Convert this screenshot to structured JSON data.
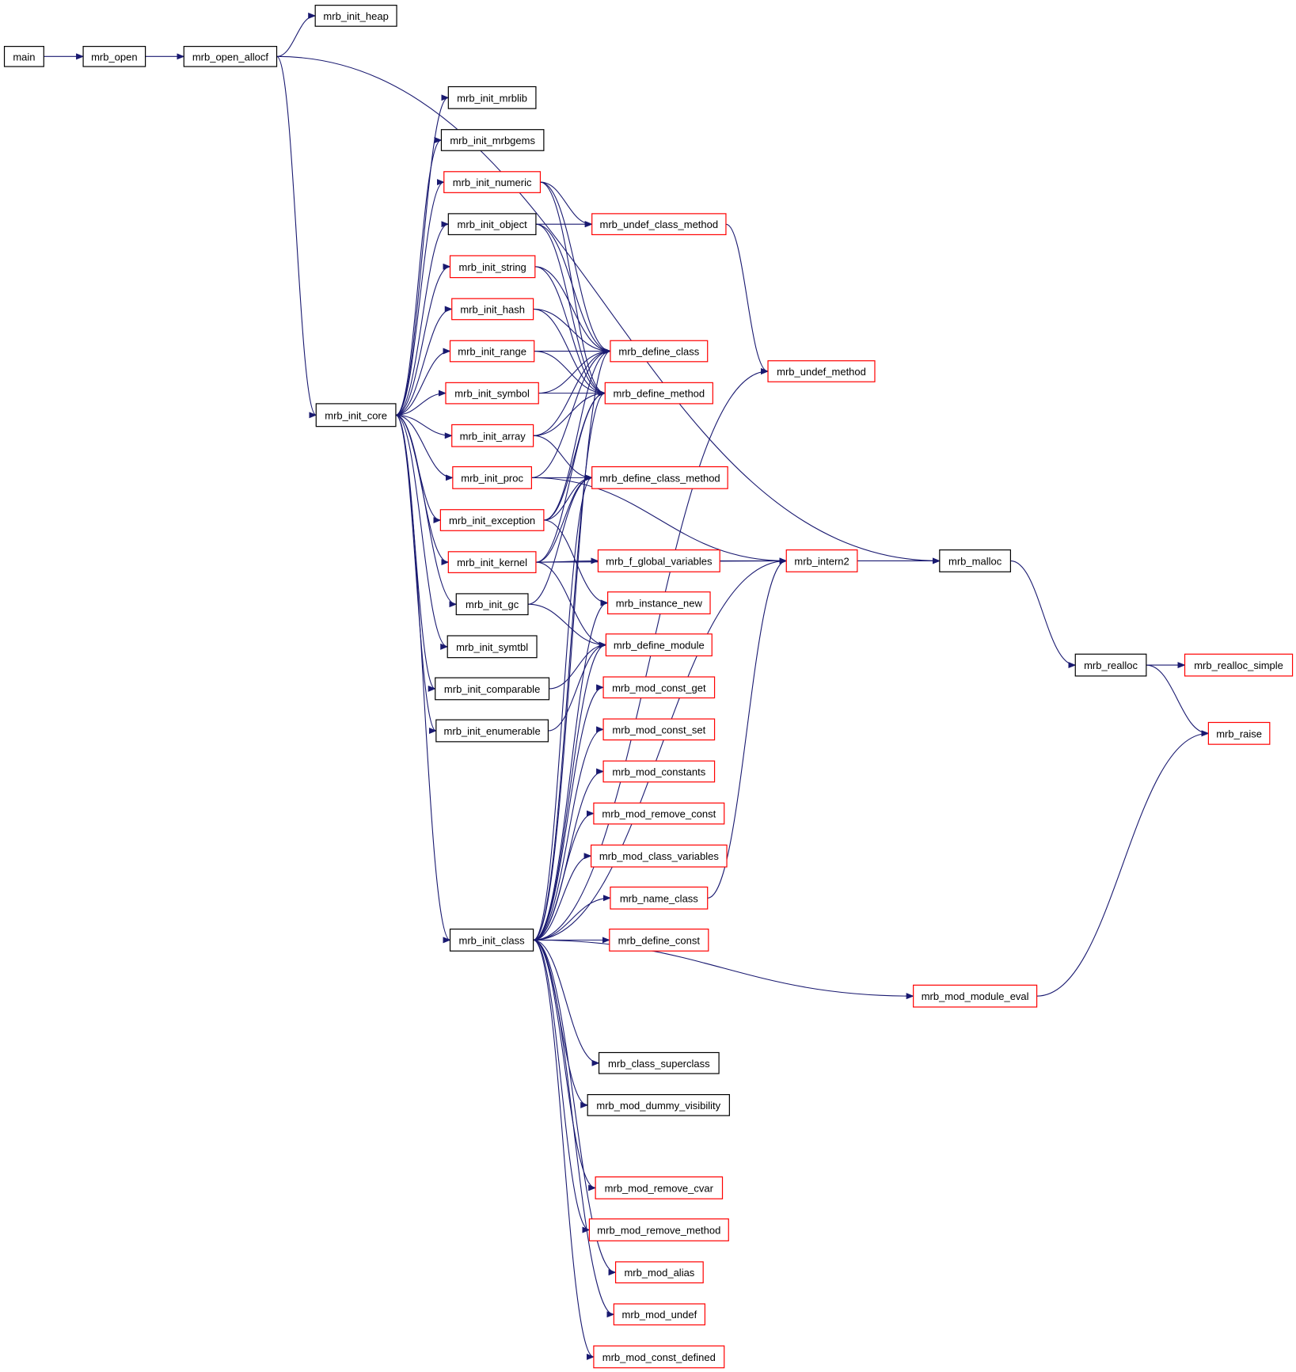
{
  "colors": {
    "edge": "#191970",
    "node_border_documented": "#000000",
    "node_border_undocumented": "#ff0000",
    "root_fill": "#bfbfbf"
  },
  "nodes": {
    "main": "main",
    "mrb_open": "mrb_open",
    "mrb_open_allocf": "mrb_open_allocf",
    "mrb_init_heap": "mrb_init_heap",
    "mrb_init_core": "mrb_init_core",
    "mrb_malloc": "mrb_malloc",
    "mrb_init_mrblib": "mrb_init_mrblib",
    "mrb_init_mrbgems": "mrb_init_mrbgems",
    "mrb_init_numeric": "mrb_init_numeric",
    "mrb_init_object": "mrb_init_object",
    "mrb_init_string": "mrb_init_string",
    "mrb_init_hash": "mrb_init_hash",
    "mrb_init_range": "mrb_init_range",
    "mrb_init_symbol": "mrb_init_symbol",
    "mrb_init_array": "mrb_init_array",
    "mrb_init_proc": "mrb_init_proc",
    "mrb_init_exception": "mrb_init_exception",
    "mrb_init_kernel": "mrb_init_kernel",
    "mrb_init_gc": "mrb_init_gc",
    "mrb_init_symtbl": "mrb_init_symtbl",
    "mrb_init_comparable": "mrb_init_comparable",
    "mrb_init_enumerable": "mrb_init_enumerable",
    "mrb_init_class": "mrb_init_class",
    "mrb_undef_class_method": "mrb_undef_class_method",
    "mrb_define_class": "mrb_define_class",
    "mrb_define_method": "mrb_define_method",
    "mrb_define_class_method": "mrb_define_class_method",
    "mrb_f_global_variables": "mrb_f_global_variables",
    "mrb_instance_new": "mrb_instance_new",
    "mrb_define_module": "mrb_define_module",
    "mrb_mod_const_get": "mrb_mod_const_get",
    "mrb_mod_const_set": "mrb_mod_const_set",
    "mrb_mod_constants": "mrb_mod_constants",
    "mrb_mod_remove_const": "mrb_mod_remove_const",
    "mrb_mod_class_variables": "mrb_mod_class_variables",
    "mrb_name_class": "mrb_name_class",
    "mrb_define_const": "mrb_define_const",
    "mrb_class_superclass": "mrb_class_superclass",
    "mrb_mod_dummy_visibility": "mrb_mod_dummy_visibility",
    "mrb_mod_remove_cvar": "mrb_mod_remove_cvar",
    "mrb_mod_remove_method": "mrb_mod_remove_method",
    "mrb_mod_alias": "mrb_mod_alias",
    "mrb_mod_undef": "mrb_mod_undef",
    "mrb_mod_const_defined": "mrb_mod_const_defined",
    "mrb_undef_method": "mrb_undef_method",
    "mrb_intern2": "mrb_intern2",
    "mrb_mod_module_eval": "mrb_mod_module_eval",
    "mrb_realloc": "mrb_realloc",
    "mrb_realloc_simple": "mrb_realloc_simple",
    "mrb_raise": "mrb_raise"
  },
  "edges": [
    [
      "main",
      "mrb_open"
    ],
    [
      "mrb_open",
      "mrb_open_allocf"
    ],
    [
      "mrb_open_allocf",
      "mrb_init_heap"
    ],
    [
      "mrb_open_allocf",
      "mrb_init_core"
    ],
    [
      "mrb_open_allocf",
      "mrb_malloc"
    ],
    [
      "mrb_init_core",
      "mrb_init_mrblib"
    ],
    [
      "mrb_init_core",
      "mrb_init_mrbgems"
    ],
    [
      "mrb_init_core",
      "mrb_init_numeric"
    ],
    [
      "mrb_init_core",
      "mrb_init_object"
    ],
    [
      "mrb_init_core",
      "mrb_init_string"
    ],
    [
      "mrb_init_core",
      "mrb_init_hash"
    ],
    [
      "mrb_init_core",
      "mrb_init_range"
    ],
    [
      "mrb_init_core",
      "mrb_init_symbol"
    ],
    [
      "mrb_init_core",
      "mrb_init_array"
    ],
    [
      "mrb_init_core",
      "mrb_init_proc"
    ],
    [
      "mrb_init_core",
      "mrb_init_exception"
    ],
    [
      "mrb_init_core",
      "mrb_init_kernel"
    ],
    [
      "mrb_init_core",
      "mrb_init_gc"
    ],
    [
      "mrb_init_core",
      "mrb_init_symtbl"
    ],
    [
      "mrb_init_core",
      "mrb_init_comparable"
    ],
    [
      "mrb_init_core",
      "mrb_init_enumerable"
    ],
    [
      "mrb_init_core",
      "mrb_init_class"
    ],
    [
      "mrb_init_numeric",
      "mrb_undef_class_method"
    ],
    [
      "mrb_init_numeric",
      "mrb_define_class"
    ],
    [
      "mrb_init_numeric",
      "mrb_define_method"
    ],
    [
      "mrb_init_object",
      "mrb_undef_class_method"
    ],
    [
      "mrb_init_object",
      "mrb_define_class"
    ],
    [
      "mrb_init_object",
      "mrb_define_method"
    ],
    [
      "mrb_init_string",
      "mrb_define_class"
    ],
    [
      "mrb_init_string",
      "mrb_define_method"
    ],
    [
      "mrb_init_hash",
      "mrb_define_class"
    ],
    [
      "mrb_init_hash",
      "mrb_define_method"
    ],
    [
      "mrb_init_range",
      "mrb_define_class"
    ],
    [
      "mrb_init_range",
      "mrb_define_method"
    ],
    [
      "mrb_init_symbol",
      "mrb_define_class"
    ],
    [
      "mrb_init_symbol",
      "mrb_define_method"
    ],
    [
      "mrb_init_array",
      "mrb_define_class"
    ],
    [
      "mrb_init_array",
      "mrb_define_method"
    ],
    [
      "mrb_init_array",
      "mrb_define_class_method"
    ],
    [
      "mrb_init_proc",
      "mrb_define_class"
    ],
    [
      "mrb_init_proc",
      "mrb_define_class_method"
    ],
    [
      "mrb_init_proc",
      "mrb_intern2"
    ],
    [
      "mrb_init_exception",
      "mrb_define_class"
    ],
    [
      "mrb_init_exception",
      "mrb_define_method"
    ],
    [
      "mrb_init_exception",
      "mrb_define_class_method"
    ],
    [
      "mrb_init_exception",
      "mrb_instance_new"
    ],
    [
      "mrb_init_kernel",
      "mrb_define_method"
    ],
    [
      "mrb_init_kernel",
      "mrb_define_class_method"
    ],
    [
      "mrb_init_kernel",
      "mrb_f_global_variables"
    ],
    [
      "mrb_init_kernel",
      "mrb_define_module"
    ],
    [
      "mrb_init_kernel",
      "mrb_intern2"
    ],
    [
      "mrb_init_gc",
      "mrb_define_class_method"
    ],
    [
      "mrb_init_gc",
      "mrb_define_module"
    ],
    [
      "mrb_init_comparable",
      "mrb_define_module"
    ],
    [
      "mrb_init_enumerable",
      "mrb_define_module"
    ],
    [
      "mrb_init_class",
      "mrb_define_class"
    ],
    [
      "mrb_init_class",
      "mrb_define_method"
    ],
    [
      "mrb_init_class",
      "mrb_define_class_method"
    ],
    [
      "mrb_init_class",
      "mrb_instance_new"
    ],
    [
      "mrb_init_class",
      "mrb_define_module"
    ],
    [
      "mrb_init_class",
      "mrb_mod_const_get"
    ],
    [
      "mrb_init_class",
      "mrb_mod_const_set"
    ],
    [
      "mrb_init_class",
      "mrb_mod_constants"
    ],
    [
      "mrb_init_class",
      "mrb_mod_remove_const"
    ],
    [
      "mrb_init_class",
      "mrb_mod_class_variables"
    ],
    [
      "mrb_init_class",
      "mrb_name_class"
    ],
    [
      "mrb_init_class",
      "mrb_define_const"
    ],
    [
      "mrb_init_class",
      "mrb_undef_method"
    ],
    [
      "mrb_init_class",
      "mrb_mod_module_eval"
    ],
    [
      "mrb_init_class",
      "mrb_class_superclass"
    ],
    [
      "mrb_init_class",
      "mrb_mod_dummy_visibility"
    ],
    [
      "mrb_init_class",
      "mrb_intern2"
    ],
    [
      "mrb_init_class",
      "mrb_mod_remove_cvar"
    ],
    [
      "mrb_init_class",
      "mrb_mod_remove_method"
    ],
    [
      "mrb_init_class",
      "mrb_mod_alias"
    ],
    [
      "mrb_init_class",
      "mrb_mod_undef"
    ],
    [
      "mrb_init_class",
      "mrb_mod_const_defined"
    ],
    [
      "mrb_undef_class_method",
      "mrb_undef_method"
    ],
    [
      "mrb_name_class",
      "mrb_intern2"
    ],
    [
      "mrb_f_global_variables",
      "mrb_intern2"
    ],
    [
      "mrb_intern2",
      "mrb_malloc"
    ],
    [
      "mrb_malloc",
      "mrb_realloc"
    ],
    [
      "mrb_realloc",
      "mrb_realloc_simple"
    ],
    [
      "mrb_realloc",
      "mrb_raise"
    ],
    [
      "mrb_mod_module_eval",
      "mrb_raise"
    ]
  ]
}
